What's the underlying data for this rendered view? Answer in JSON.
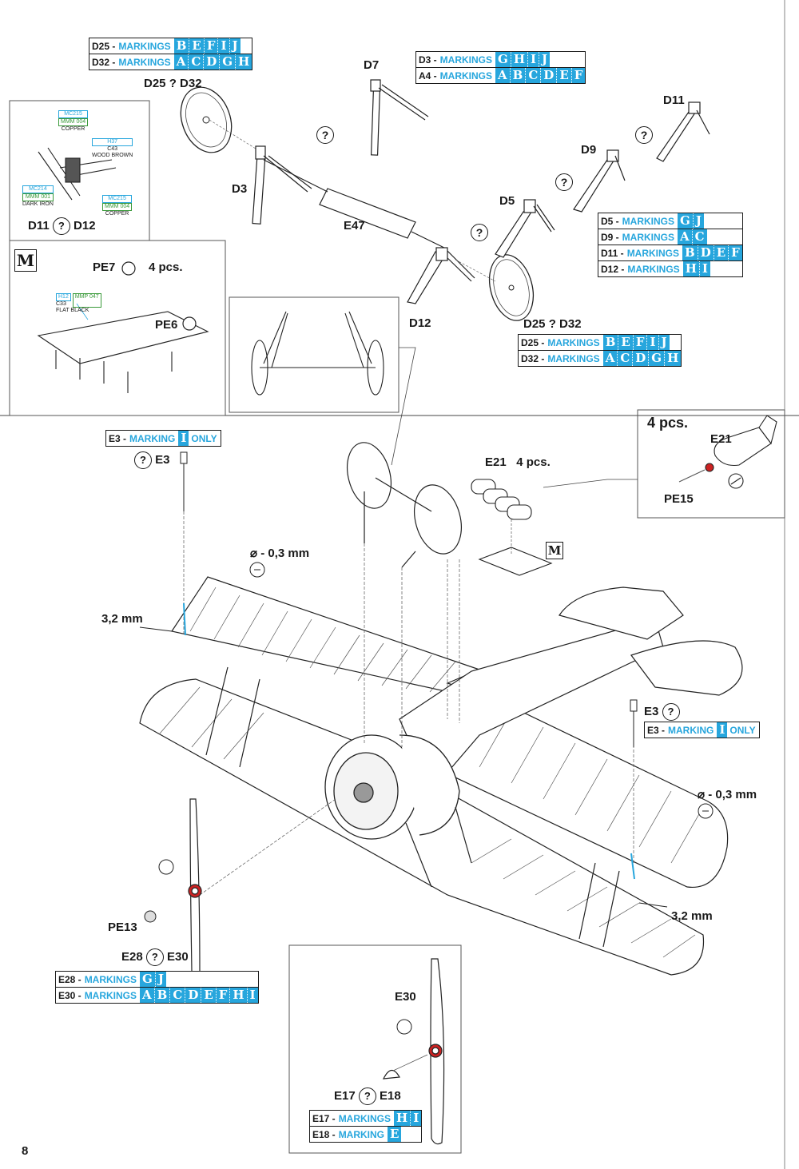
{
  "page_number": "8",
  "markings_word": "MARKINGS",
  "marking_word": "MARKING",
  "only_word": "ONLY",
  "tables": {
    "d25_top": {
      "part": "D25 -",
      "letters": [
        "B",
        "E",
        "F",
        "I",
        "J"
      ]
    },
    "d32_top": {
      "part": "D32 -",
      "letters": [
        "A",
        "C",
        "D",
        "G",
        "H"
      ]
    },
    "d3": {
      "part": "D3 -",
      "letters": [
        "G",
        "H",
        "I",
        "J"
      ]
    },
    "a4": {
      "part": "A4 -",
      "letters": [
        "A",
        "B",
        "C",
        "D",
        "E",
        "F"
      ]
    },
    "d5": {
      "part": "D5 -",
      "letters": [
        "G",
        "J"
      ]
    },
    "d9": {
      "part": "D9 -",
      "letters": [
        "A",
        "C"
      ]
    },
    "d11": {
      "part": "D11 -",
      "letters": [
        "B",
        "D",
        "E",
        "F"
      ]
    },
    "d12": {
      "part": "D12 -",
      "letters": [
        "H",
        "I"
      ]
    },
    "d25_mid": {
      "part": "D25 -",
      "letters": [
        "B",
        "E",
        "F",
        "I",
        "J"
      ]
    },
    "d32_mid": {
      "part": "D32 -",
      "letters": [
        "A",
        "C",
        "D",
        "G",
        "H"
      ]
    },
    "e3_left": {
      "part": "E3 -",
      "letters": [
        "I"
      ]
    },
    "e3_right": {
      "part": "E3 -",
      "letters": [
        "I"
      ]
    },
    "e28": {
      "part": "E28 -",
      "letters": [
        "G",
        "J"
      ]
    },
    "e30": {
      "part": "E30 -",
      "letters": [
        "A",
        "B",
        "C",
        "D",
        "E",
        "F",
        "H",
        "I"
      ]
    },
    "e17": {
      "part": "E17 -",
      "letters": [
        "H",
        "I"
      ]
    },
    "e18": {
      "part": "E18 -",
      "letters": [
        "E"
      ]
    }
  },
  "labels": {
    "d25_d32_top": {
      "a": "D25",
      "q": "?",
      "b": "D32"
    },
    "d25_d32_mid": {
      "a": "D25",
      "q": "?",
      "b": "D32"
    },
    "d7": "D7",
    "d11": "D11",
    "d9": "D9",
    "d5": "D5",
    "d3": "D3",
    "e47": "E47",
    "d12": "D12",
    "d11_d12": {
      "a": "D11",
      "b": "D12"
    },
    "pe7": "PE7",
    "pe6": "PE6",
    "four_pcs": "4 pcs.",
    "four_pcs_big": "4 pcs.",
    "e21_main": "E21",
    "e21_main_pcs": "4 pcs.",
    "e21_inset": "E21",
    "pe15": "PE15",
    "e3_left": "E3",
    "e3_right": "E3",
    "drill_left": "⌀ - 0,3 mm",
    "drill_right": "⌀ - 0,3 mm",
    "dim_left": "3,2 mm",
    "dim_right": "3,2 mm",
    "pe13": "PE13",
    "e28_e30": {
      "a": "E28",
      "b": "E30"
    },
    "e30": "E30",
    "e17_e18": {
      "a": "E17",
      "b": "E18"
    },
    "m_badge": "M"
  },
  "paints": {
    "copper_top": {
      "code1": "MC215",
      "code2": "MMM 004",
      "name": "COPPER"
    },
    "wood_brown": {
      "code1": "H37",
      "code2": "C43",
      "name": "WOOD BROWN"
    },
    "dark_iron": {
      "code1": "MC214",
      "code2": "MMM 001",
      "name": "DARK IRON"
    },
    "copper_bottom": {
      "code1": "MC215",
      "code2": "MMM 004",
      "name": "COPPER"
    },
    "flat_black": {
      "code1": "H12",
      "code2": "C33",
      "code3": "MMP 047",
      "name": "FLAT BLACK"
    }
  },
  "colors": {
    "accent": "#27a6dd",
    "ink": "#1a1a1a",
    "green": "#3a9a3a",
    "red": "#cc2222"
  }
}
